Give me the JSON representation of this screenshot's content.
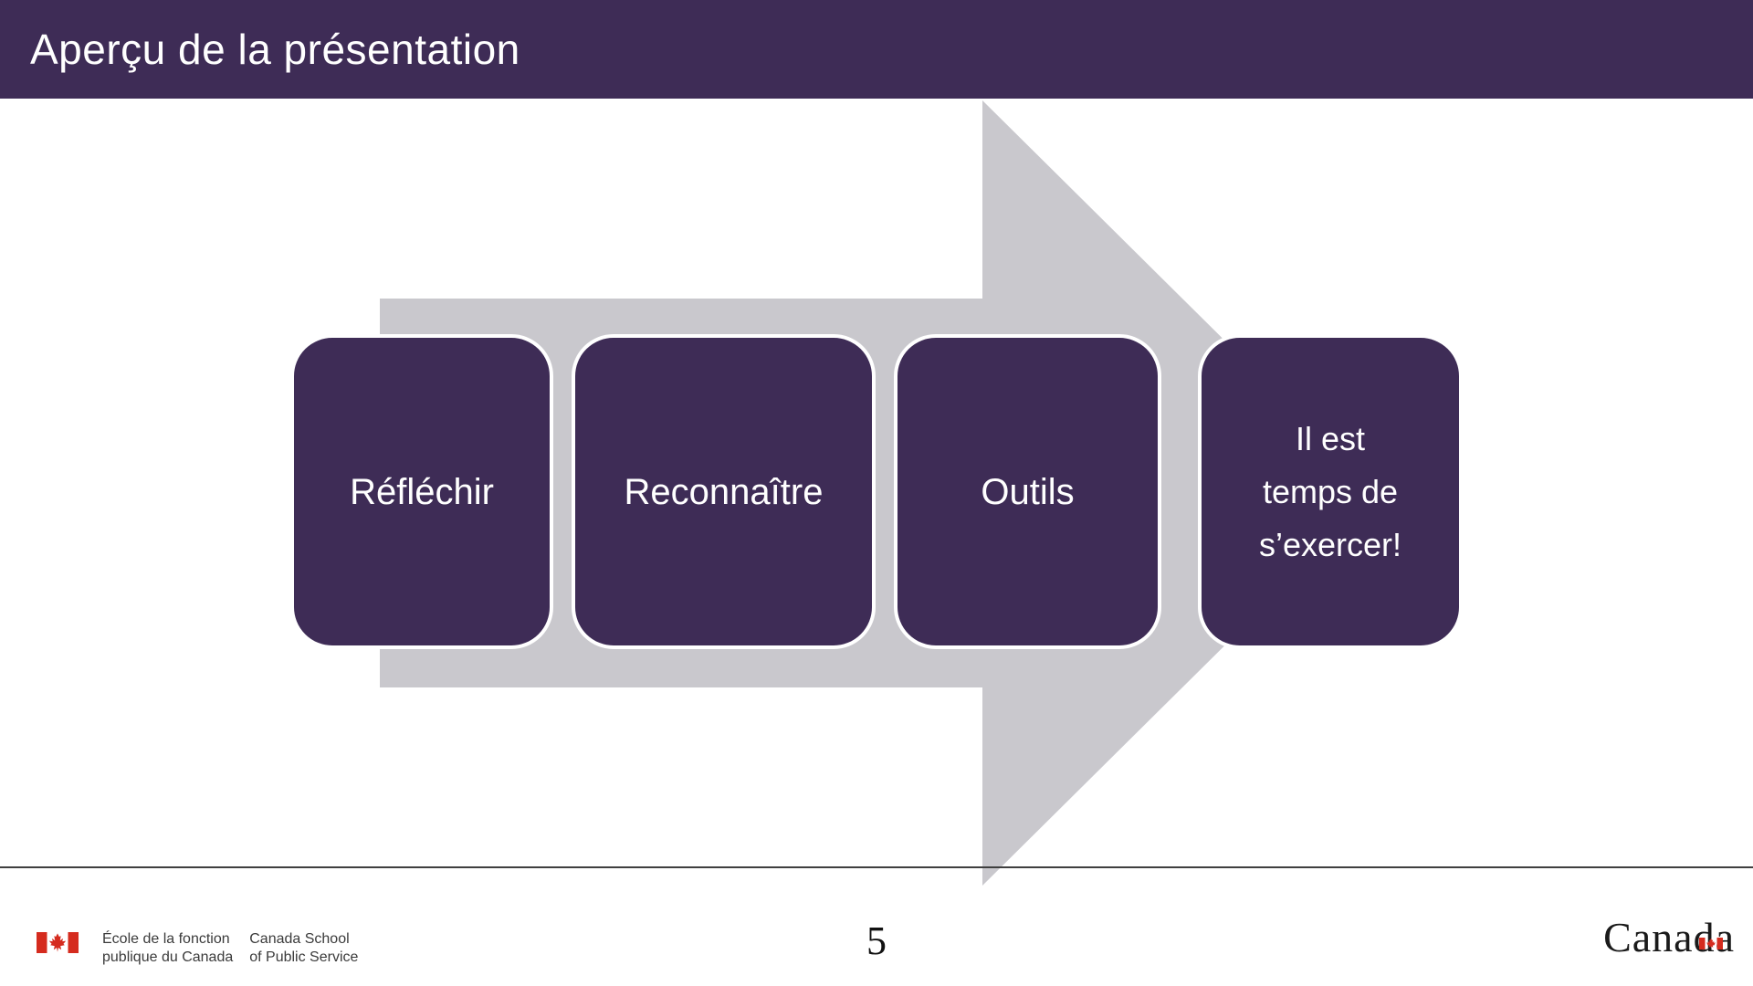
{
  "header": {
    "title": "Aperçu de la présentation"
  },
  "process": {
    "steps": [
      {
        "label": "Réfléchir"
      },
      {
        "label": "Reconnaître"
      },
      {
        "label": "Outils"
      },
      {
        "label": "Il est\ntemps de\ns’exercer!"
      }
    ]
  },
  "footer": {
    "dept_fr_line1": "École de la fonction",
    "dept_fr_line2": "publique du Canada",
    "dept_en_line1": "Canada School",
    "dept_en_line2": "of Public Service",
    "page_number": "5",
    "wordmark": "Canada"
  },
  "icons": {
    "agency_flag": "canada-flag-icon",
    "wordmark_flag": "wordmark-flag-icon"
  },
  "colors": {
    "header_bg": "#3E2C56",
    "box_bg": "#3E2C56",
    "arrow": "#C9C8CD",
    "flag_red": "#D52B1E",
    "separator": "#3F3F3F"
  }
}
